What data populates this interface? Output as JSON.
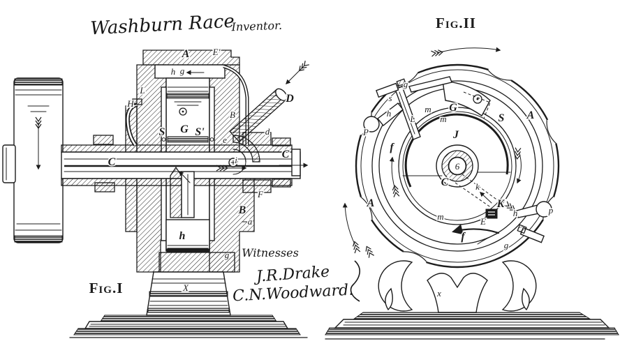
{
  "header": {
    "inventor_signature": "Washburn Race",
    "inventor_title": "Inventor."
  },
  "witnesses": {
    "heading": "Witnesses",
    "name1": "J.R.Drake",
    "name2": "C.N.Woodward."
  },
  "fig1": {
    "caption": "Fig.I",
    "labels": {
      "A": "A",
      "Eprime": "E'",
      "L": "L",
      "H": "H",
      "h_top": "h",
      "g_top": "g",
      "S": "S",
      "G": "G",
      "Sprime": "S'",
      "D": "D",
      "B_upper": "B",
      "d": "d",
      "e": "e",
      "i": "i",
      "C_left": "C",
      "C_right": "C",
      "F": "F",
      "B": "B",
      "a": "a",
      "h_piston": "h",
      "g_lower": "g",
      "X": "X"
    }
  },
  "fig2": {
    "caption": "Fig.II",
    "labels": {
      "A_right": "A",
      "A_left": "A",
      "S": "S",
      "G": "G",
      "J": "J",
      "m_top": "m",
      "m_bottom": "m",
      "m_upper": "m",
      "f_left": "f",
      "f_bottom": "f",
      "hub_number": "6",
      "C": "C",
      "k": "k",
      "K": "K",
      "P": "P",
      "h_upper": "h",
      "s_upper": "s",
      "g_upper": "g",
      "L_upper": "L",
      "E": "E",
      "h_lower": "h",
      "p_lower": "p",
      "g_lower": "g",
      "x_stand": "x"
    }
  }
}
